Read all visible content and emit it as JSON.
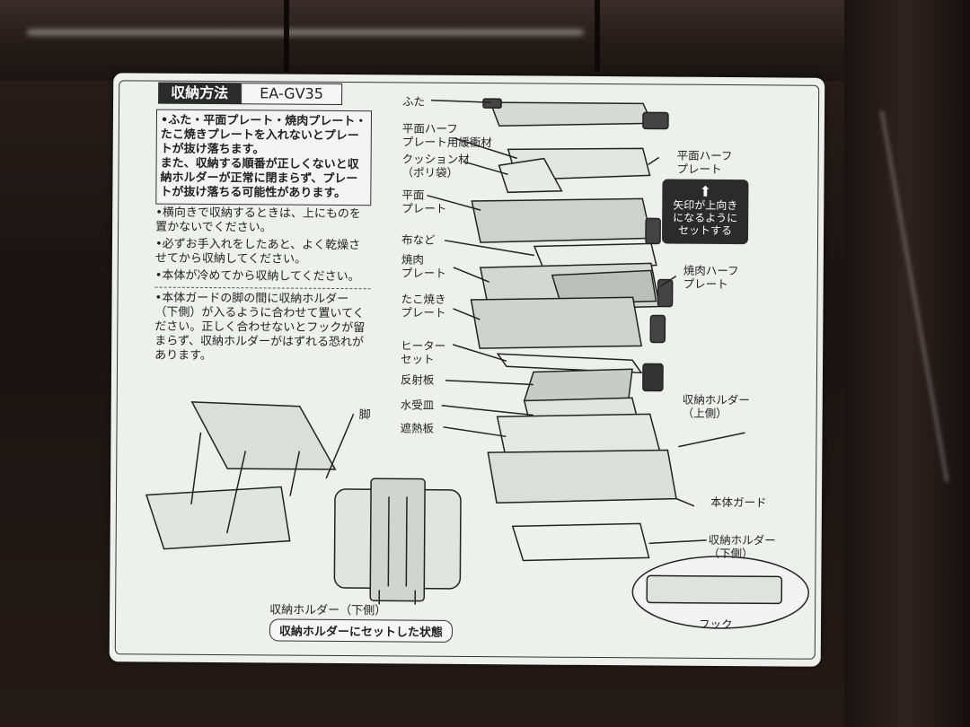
{
  "label": {
    "title": "収納方法",
    "model": "EA-GV35",
    "warning_box": "•ふた・平面プレート・焼肉プレート・たこ焼きプレートを入れないとプレートが抜け落ちます。\nまた、収納する順番が正しくないと収納ホルダーが正常に閉まらず、プレートが抜け落ちる可能性があります。",
    "notes": [
      "•横向きで収納するときは、上にものを置かないでください。",
      "•必ずお手入れをしたあと、よく乾燥させてから収納してください。",
      "•本体が冷めてから収納してください。"
    ],
    "holder_note": "•本体ガードの脚の間に収納ホルダー（下側）が入るように合わせて置いてください。正しく合わせないとフックが留まらず、収納ホルダーがはずれる恐れがあります。",
    "leg_label": "脚",
    "lower_holder_label": "収納ホルダー（下側）",
    "set_state_caption": "収納ホルダーにセットした状態",
    "arrow_note": "矢印が上向き\nになるように\nセットする",
    "parts": {
      "lid": "ふた",
      "half_cushion": "平面ハーフ\nプレート用緩衝材",
      "cushion_bag": "クッション材\n（ポリ袋）",
      "flat_plate": "平面\nプレート",
      "cloth": "布など",
      "yakiniku_plate": "焼肉\nプレート",
      "takoyaki_plate": "たこ焼き\nプレート",
      "heater": "ヒーター\nセット",
      "reflector": "反射板",
      "water_tray": "水受皿",
      "heat_shield": "遮熱板",
      "flat_half_plate": "平面ハーフ\nプレート",
      "yakiniku_half_plate": "焼肉ハーフ\nプレート",
      "upper_holder": "収納ホルダー\n（上側）",
      "body_guard": "本体ガード",
      "lower_holder": "収納ホルダー\n（下側）",
      "hook": "フック"
    }
  },
  "colors": {
    "label_bg": "#eef0ee",
    "ink": "#222222",
    "table": "#1c1513"
  }
}
